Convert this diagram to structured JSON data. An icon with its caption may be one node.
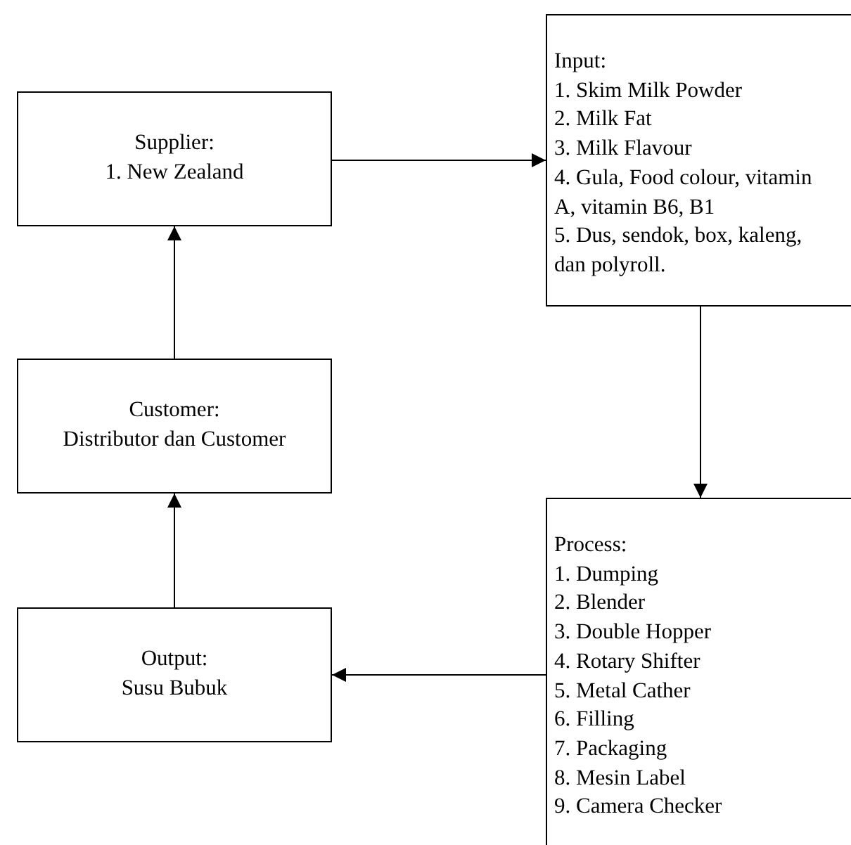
{
  "diagram": {
    "nodes": [
      {
        "text": [
          "Supplier:",
          "1. New Zealand"
        ]
      },
      {
        "text": [
          "Input:",
          "1. Skim Milk Powder",
          "2. Milk Fat",
          "3. Milk Flavour",
          "4. Gula, Food colour, vitamin A, vitamin B6, B1",
          "5. Dus, sendok, box, kaleng, dan polyroll."
        ]
      },
      {
        "text": [
          "Customer:",
          "Distributor dan Customer"
        ]
      },
      {
        "text": [
          "Process:",
          "1. Dumping",
          "2. Blender",
          "3. Double Hopper",
          "4. Rotary Shifter",
          "5. Metal Cather",
          "6. Filling",
          "7. Packaging",
          "8. Mesin Label",
          "9. Camera Checker"
        ]
      },
      {
        "text": [
          "Output:",
          "Susu Bubuk"
        ]
      }
    ],
    "edges": [
      {
        "from": 0,
        "to": 1,
        "arrow": "to"
      },
      {
        "from": 1,
        "to": 3,
        "arrow": "to"
      },
      {
        "from": 3,
        "to": 4,
        "arrow": "to"
      },
      {
        "from": 4,
        "to": 2,
        "arrow": "to"
      },
      {
        "from": 2,
        "to": 0,
        "arrow": "to"
      }
    ]
  }
}
